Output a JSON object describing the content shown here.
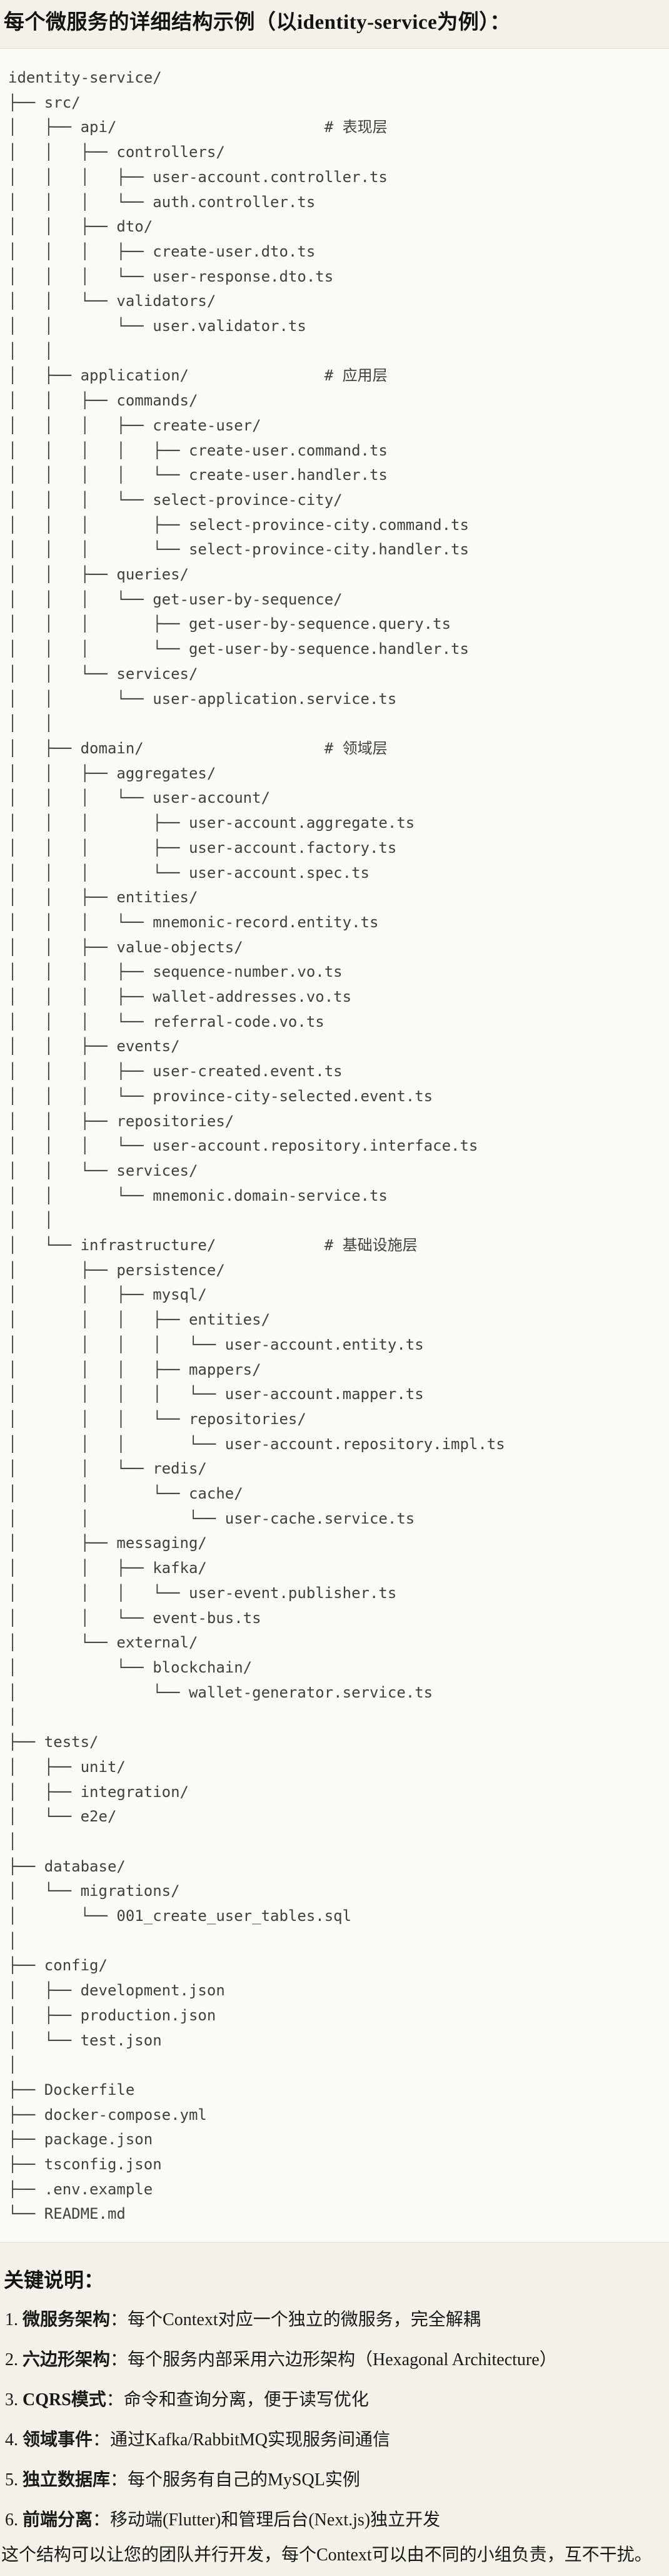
{
  "header": {
    "title": "每个微服务的详细结构示例（以identity-service为例）："
  },
  "tree": {
    "language": "plaintext",
    "layer_comments": [
      "# 表现层",
      "# 应用层",
      "# 领域层",
      "# 基础设施层"
    ],
    "text": "identity-service/\n├── src/\n│   ├── api/                       # 表现层\n│   │   ├── controllers/\n│   │   │   ├── user-account.controller.ts\n│   │   │   └── auth.controller.ts\n│   │   ├── dto/\n│   │   │   ├── create-user.dto.ts\n│   │   │   └── user-response.dto.ts\n│   │   └── validators/\n│   │       └── user.validator.ts\n│   │\n│   ├── application/               # 应用层\n│   │   ├── commands/\n│   │   │   ├── create-user/\n│   │   │   │   ├── create-user.command.ts\n│   │   │   │   └── create-user.handler.ts\n│   │   │   └── select-province-city/\n│   │   │       ├── select-province-city.command.ts\n│   │   │       └── select-province-city.handler.ts\n│   │   ├── queries/\n│   │   │   └── get-user-by-sequence/\n│   │   │       ├── get-user-by-sequence.query.ts\n│   │   │       └── get-user-by-sequence.handler.ts\n│   │   └── services/\n│   │       └── user-application.service.ts\n│   │\n│   ├── domain/                    # 领域层\n│   │   ├── aggregates/\n│   │   │   └── user-account/\n│   │   │       ├── user-account.aggregate.ts\n│   │   │       ├── user-account.factory.ts\n│   │   │       └── user-account.spec.ts\n│   │   ├── entities/\n│   │   │   └── mnemonic-record.entity.ts\n│   │   ├── value-objects/\n│   │   │   ├── sequence-number.vo.ts\n│   │   │   ├── wallet-addresses.vo.ts\n│   │   │   └── referral-code.vo.ts\n│   │   ├── events/\n│   │   │   ├── user-created.event.ts\n│   │   │   └── province-city-selected.event.ts\n│   │   ├── repositories/\n│   │   │   └── user-account.repository.interface.ts\n│   │   └── services/\n│   │       └── mnemonic.domain-service.ts\n│   │\n│   └── infrastructure/            # 基础设施层\n│       ├── persistence/\n│       │   ├── mysql/\n│       │   │   ├── entities/\n│       │   │   │   └── user-account.entity.ts\n│       │   │   ├── mappers/\n│       │   │   │   └── user-account.mapper.ts\n│       │   │   └── repositories/\n│       │   │       └── user-account.repository.impl.ts\n│       │   └── redis/\n│       │       └── cache/\n│       │           └── user-cache.service.ts\n│       ├── messaging/\n│       │   ├── kafka/\n│       │   │   └── user-event.publisher.ts\n│       │   └── event-bus.ts\n│       └── external/\n│           └── blockchain/\n│               └── wallet-generator.service.ts\n│\n├── tests/\n│   ├── unit/\n│   ├── integration/\n│   └── e2e/\n│\n├── database/\n│   └── migrations/\n│       └── 001_create_user_tables.sql\n│\n├── config/\n│   ├── development.json\n│   ├── production.json\n│   └── test.json\n│\n├── Dockerfile\n├── docker-compose.yml\n├── package.json\n├── tsconfig.json\n├── .env.example\n└── README.md"
  },
  "notes": {
    "heading": "关键说明：",
    "items": [
      {
        "num": "1.",
        "term": "微服务架构",
        "colon": "：",
        "desc": "每个Context对应一个独立的微服务，完全解耦"
      },
      {
        "num": "2.",
        "term": "六边形架构",
        "colon": "：",
        "desc": "每个服务内部采用六边形架构（Hexagonal Architecture）"
      },
      {
        "num": "3.",
        "term": "CQRS模式",
        "colon": "：",
        "desc": "命令和查询分离，便于读写优化"
      },
      {
        "num": "4.",
        "term": "领域事件",
        "colon": "：",
        "desc": "通过Kafka/RabbitMQ实现服务间通信"
      },
      {
        "num": "5.",
        "term": "独立数据库",
        "colon": "：",
        "desc": "每个服务有自己的MySQL实例"
      },
      {
        "num": "6.",
        "term": "前端分离",
        "colon": "：",
        "desc": "移动端(Flutter)和管理后台(Next.js)独立开发"
      }
    ],
    "footer": "这个结构可以让您的团队并行开发，每个Context可以由不同的小组负责，互不干扰。"
  },
  "colors": {
    "page_background": "#F3F1EA",
    "code_background": "#FBFAF5",
    "border": "#DFDCD3",
    "code_text": "#40403C",
    "body_text": "#1A1915"
  }
}
